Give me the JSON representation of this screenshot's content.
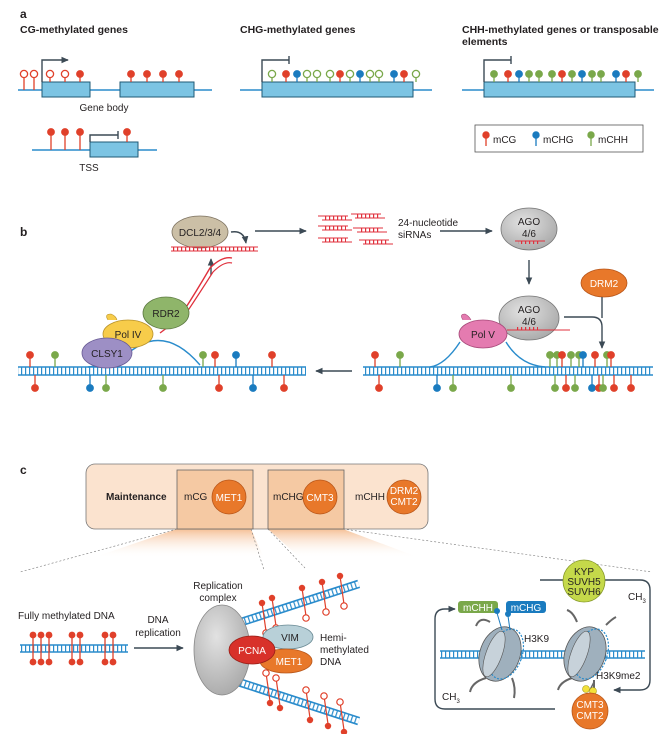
{
  "colors": {
    "mCG": "#e0402a",
    "mCHG": "#1a7bbf",
    "mCHH": "#7aa84a",
    "dna": "#2a8ccc",
    "gene": "#7cc4e3",
    "rna": "#e0303c",
    "arrow": "#3c4a55",
    "maintenance_bg": "#fbe3cf",
    "maintenance_inner": "#f5c9a3",
    "orange_protein": "#e8782a"
  },
  "panel_a": {
    "letter": "a",
    "cg": {
      "title": "CG-methylated genes",
      "gene_body_label": "Gene body",
      "tss_label": "TSS",
      "gene_body_marks": [
        "mCG-open",
        "mCG-open",
        "mCG-open",
        "mCG-open",
        "mCG",
        "mCG",
        "mCG",
        "mCG",
        "mCG"
      ],
      "tss_marks": [
        "mCG",
        "mCG",
        "mCG",
        "mCG"
      ]
    },
    "chg": {
      "title": "CHG-methylated genes",
      "marks": [
        "mCHH-open",
        "mCG",
        "mCHG",
        "mCHH-open",
        "mCHH-open",
        "mCHH-open",
        "mCG",
        "mCHH-open",
        "mCHG",
        "mCHH-open",
        "mCHH-open",
        "mCHG",
        "mCG",
        "mCHH-open"
      ]
    },
    "chh": {
      "title_line1": "CHH-methylated genes or transposable",
      "title_line2": "elements",
      "marks": [
        "mCHH",
        "mCG",
        "mCHG",
        "mCHH",
        "mCHH",
        "mCHH",
        "mCG",
        "mCHH",
        "mCHG",
        "mCHH",
        "mCHH",
        "mCHG",
        "mCG",
        "mCHH"
      ]
    },
    "legend": [
      {
        "key": "mCG",
        "label": "mCG"
      },
      {
        "key": "mCHG",
        "label": "mCHG"
      },
      {
        "key": "mCHH",
        "label": "mCHH"
      }
    ]
  },
  "panel_b": {
    "letter": "b",
    "dcl": "DCL2/3/4",
    "sirna_line1": "24-nucleotide",
    "sirna_line2": "siRNAs",
    "ago_top_line1": "AGO",
    "ago_top_line2": "4/6",
    "ago_bottom_line1": "AGO",
    "ago_bottom_line2": "4/6",
    "drm2": "DRM2",
    "rdr2": "RDR2",
    "pol_iv": "Pol IV",
    "clsy1": "CLSY1",
    "pol_v": "Pol V"
  },
  "panel_c": {
    "letter": "c",
    "maintenance_label": "Maintenance",
    "mcg_label": "mCG",
    "met1": "MET1",
    "mchg_label": "mCHG",
    "cmt3": "CMT3",
    "mchh_label": "mCHH",
    "drm2_line1": "DRM2",
    "drm2_line2": "CMT2",
    "fully_methylated": "Fully methylated DNA",
    "dna_replication_line1": "DNA",
    "dna_replication_line2": "replication",
    "replication_complex_line1": "Replication",
    "replication_complex_line2": "complex",
    "pcna": "PCNA",
    "vim": "VIM",
    "met1_complex": "MET1",
    "hemi_line1": "Hemi-",
    "hemi_line2": "methylated",
    "hemi_line3": "DNA",
    "kyp_line1": "KYP",
    "kyp_line2": "SUVH5",
    "kyp_line3": "SUVH6",
    "tag_mchh": "mCHH",
    "tag_mchg": "mCHG",
    "h3k9": "H3K9",
    "h3k9me2": "H3K9me2",
    "ch3_top": "CH",
    "ch3_bottom": "CH",
    "ch3_sub": "3",
    "cmt_line1": "CMT3",
    "cmt_line2": "CMT2"
  }
}
